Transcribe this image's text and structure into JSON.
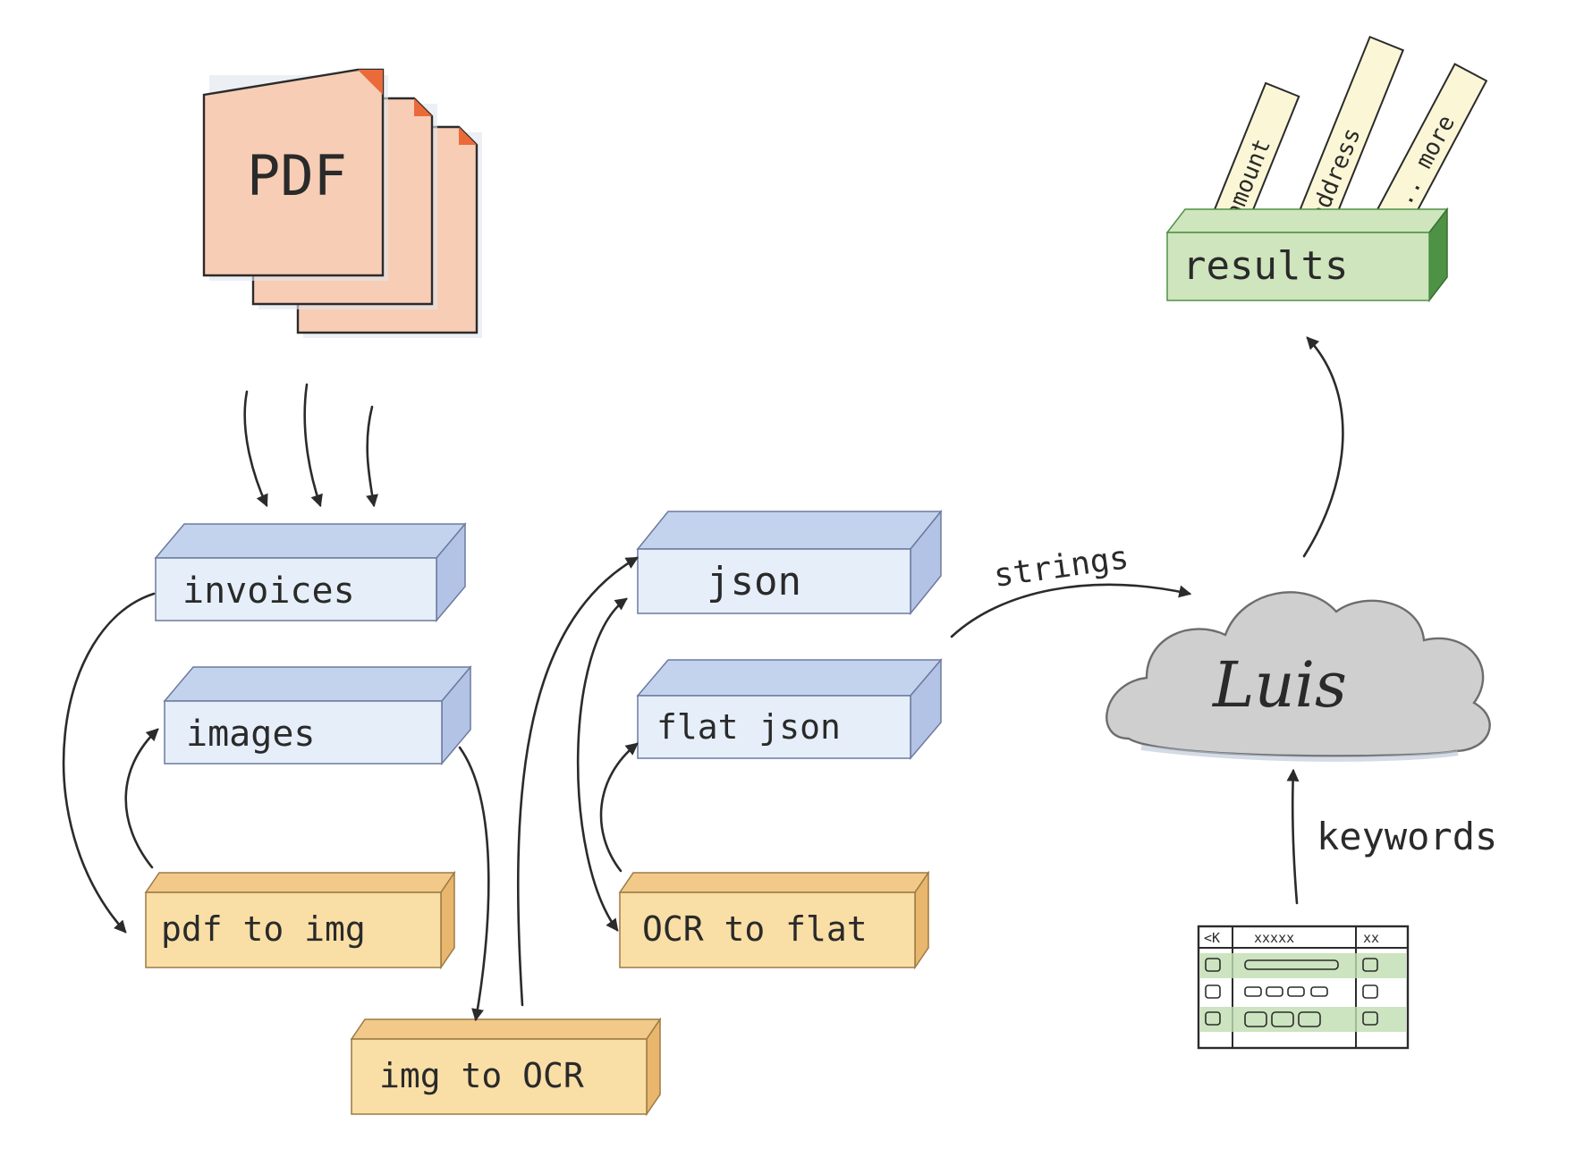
{
  "pdf": {
    "label": "PDF"
  },
  "containers": {
    "invoices": "invoices",
    "images": "images",
    "json": "json",
    "flat_json": "flat json"
  },
  "functions": {
    "pdf_to_img": "pdf  to img",
    "img_to_ocr": "img to OCR",
    "ocr_to_flat": "OCR to flat"
  },
  "luis": {
    "label": "Luis"
  },
  "results": {
    "label": "results",
    "strips": [
      "amount",
      "address",
      "... more"
    ]
  },
  "edges": {
    "strings": "strings",
    "keywords": "keywords"
  },
  "keyword_table": {
    "header": [
      "<K",
      "xxxxx",
      "xx"
    ]
  },
  "colors": {
    "pdf_fill": "#f7cdb5",
    "pdf_corner": "#ea6a3a",
    "container_front": "#e6eff9",
    "container_top": "#c3d3ee",
    "container_side": "#b3c3e6",
    "function_front": "#f9dfa6",
    "function_top": "#f2c988",
    "results_front": "#cfe5bd",
    "results_side": "#4e9245",
    "strip": "#fbf7d6",
    "cloud": "#cfcfcf",
    "ink": "#2b2b2b"
  }
}
